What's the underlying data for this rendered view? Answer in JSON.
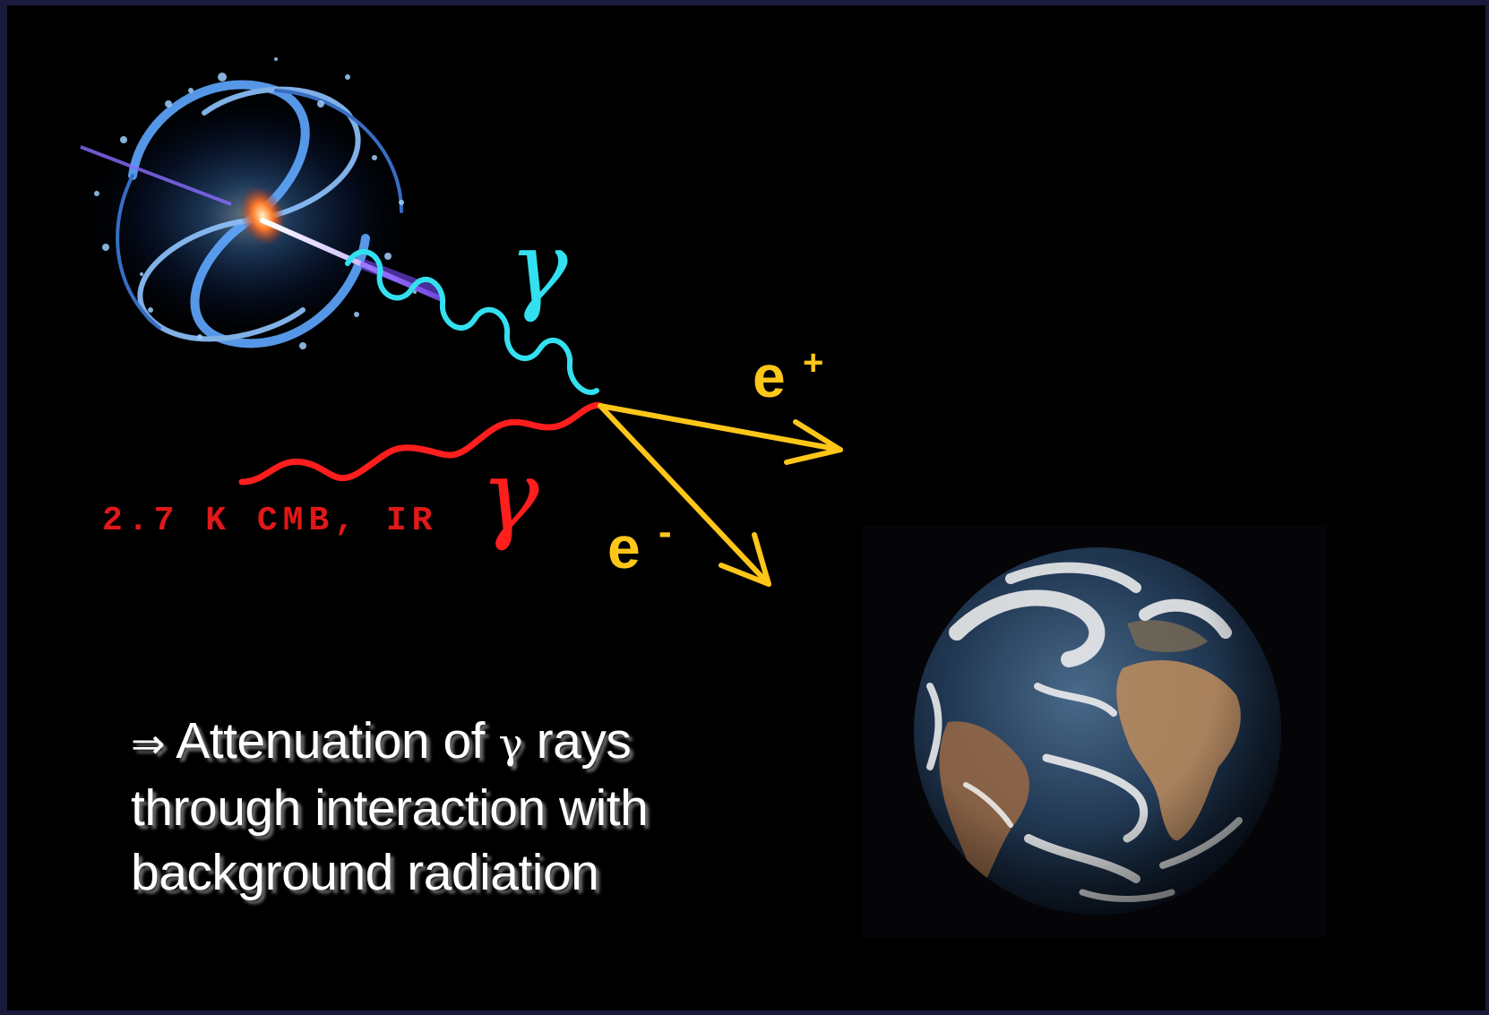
{
  "labels": {
    "gamma_high": "γ",
    "gamma_low": "γ",
    "positron_base": "e",
    "positron_charge": "+",
    "electron_base": "e",
    "electron_charge": "-",
    "background": "2.7 K CMB, IR"
  },
  "caption": {
    "arrow": "⇒",
    "line1_text": " Attenuation of ",
    "gamma": "γ",
    "line1_end": " rays",
    "line2": "through interaction with",
    "line3": "background radiation"
  },
  "colors": {
    "gamma_high": "#33e0f0",
    "gamma_low": "#ff1e1e",
    "lepton": "#ffc61a",
    "background_label": "#e01818",
    "caption": "#ffffff"
  },
  "images": {
    "galaxy": "spiral-galaxy-with-jet",
    "earth": "earth-globe"
  }
}
